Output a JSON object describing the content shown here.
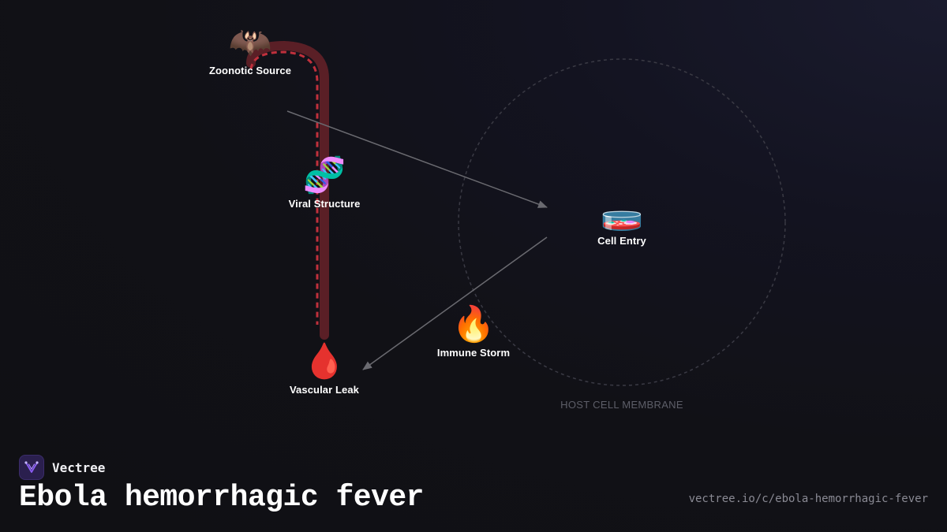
{
  "title": "Ebola hemorrhagic fever",
  "brand": {
    "name": "Vectree",
    "logo_icon": "vectree-logo-icon",
    "accent": "#8b5cf6"
  },
  "url": "vectree.io/c/ebola-hemorrhagic-fever",
  "membrane": {
    "label": "HOST CELL MEMBRANE"
  },
  "nodes": [
    {
      "id": "zoonotic-source",
      "label": "Zoonotic Source",
      "icon": "🦇",
      "icon_name": "bat-icon"
    },
    {
      "id": "viral-structure",
      "label": "Viral Structure",
      "icon": "🧬",
      "icon_name": "dna-icon"
    },
    {
      "id": "cell-entry",
      "label": "Cell Entry",
      "icon": "🧫",
      "icon_name": "petri-dish-icon"
    },
    {
      "id": "immune-storm",
      "label": "Immune Storm",
      "icon": "🔥",
      "icon_name": "fire-icon"
    },
    {
      "id": "vascular-leak",
      "label": "Vascular Leak",
      "icon": "🩸",
      "icon_name": "blood-drop-icon"
    }
  ],
  "edges": [
    {
      "from": "zoonotic-source",
      "to": "cell-entry"
    },
    {
      "from": "cell-entry",
      "to": "vascular-leak"
    }
  ],
  "colors": {
    "background": "#111116",
    "pipe": "#5a1f26",
    "pipe_dash": "#c0303c",
    "arrow": "#6a6a70",
    "membrane": "#3a3a44"
  }
}
